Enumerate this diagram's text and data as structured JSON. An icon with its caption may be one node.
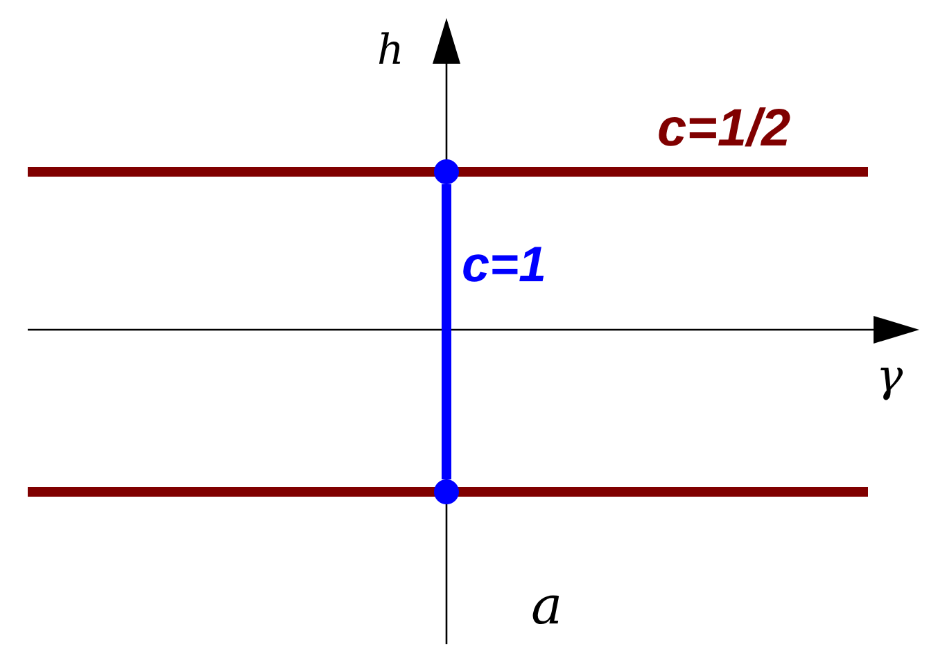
{
  "diagram": {
    "nodes": [
      {
        "text": [],
        "shape": "circle"
      },
      {
        "text": [],
        "shape": "circle"
      }
    ],
    "edges": [
      {
        "from": 0,
        "to": 1,
        "arrow": "none",
        "label": "c=1"
      }
    ],
    "labels": [
      "h",
      "c=1/2",
      "γ",
      "a"
    ]
  }
}
